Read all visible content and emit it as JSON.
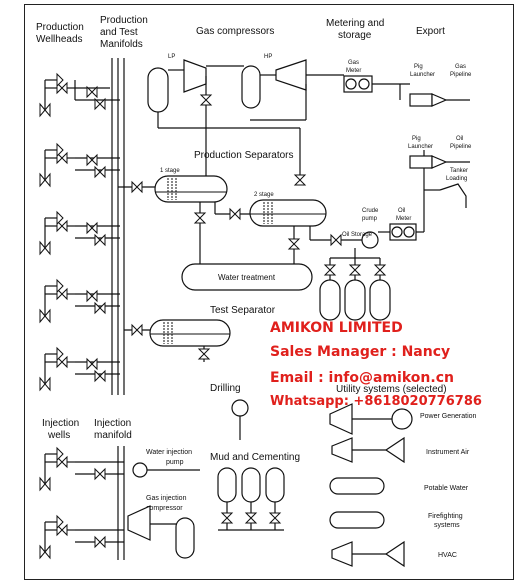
{
  "headers": {
    "production_wellheads": [
      "Production",
      "Wellheads"
    ],
    "production_manifolds": [
      "Production",
      "and Test",
      "Manifolds"
    ],
    "gas_compressors": "Gas compressors",
    "metering_storage": [
      "Metering and",
      "storage"
    ],
    "export": "Export",
    "production_separators": "Production Separators",
    "test_separator": "Test Separator",
    "drilling": "Drilling",
    "mud_cementing": "Mud and Cementing",
    "injection_wells": [
      "Injection",
      "wells"
    ],
    "injection_manifold": [
      "Injection",
      "manifold"
    ],
    "utility_systems": "Utility systems (selected)"
  },
  "labels": {
    "lp": "LP",
    "hp": "HP",
    "gas_meter": [
      "Gas",
      "Meter"
    ],
    "pig_launcher_1": [
      "Pig",
      "Launcher"
    ],
    "gas_pipeline": [
      "Gas",
      "Pipeline"
    ],
    "pig_launcher_2": [
      "Pig",
      "Launcher"
    ],
    "oil_pipeline": [
      "Oil",
      "Pipeline"
    ],
    "tanker_loading": [
      "Tanker",
      "Loading"
    ],
    "stage1": "1 stage",
    "stage2": "2 stage",
    "crude_pump": [
      "Crude",
      "pump"
    ],
    "oil_meter": [
      "Oil",
      "Meter"
    ],
    "oil_storage": "Oil Storage",
    "water_treatment": "Water treatment",
    "water_injection_pump": [
      "Water injection",
      "pump"
    ],
    "gas_injection_compressor": [
      "Gas injection",
      "compressor"
    ]
  },
  "utilities": [
    "Power Generation",
    "Instrument Air",
    "Potable Water",
    [
      "Firefighting",
      "systems"
    ],
    "HVAC"
  ],
  "watermark": {
    "company": "AMIKON LIMITED",
    "manager": "Sales Manager : Nancy",
    "email": "Email : info@amikon.cn",
    "whatsapp": "Whatsapp: +8618020776786"
  }
}
